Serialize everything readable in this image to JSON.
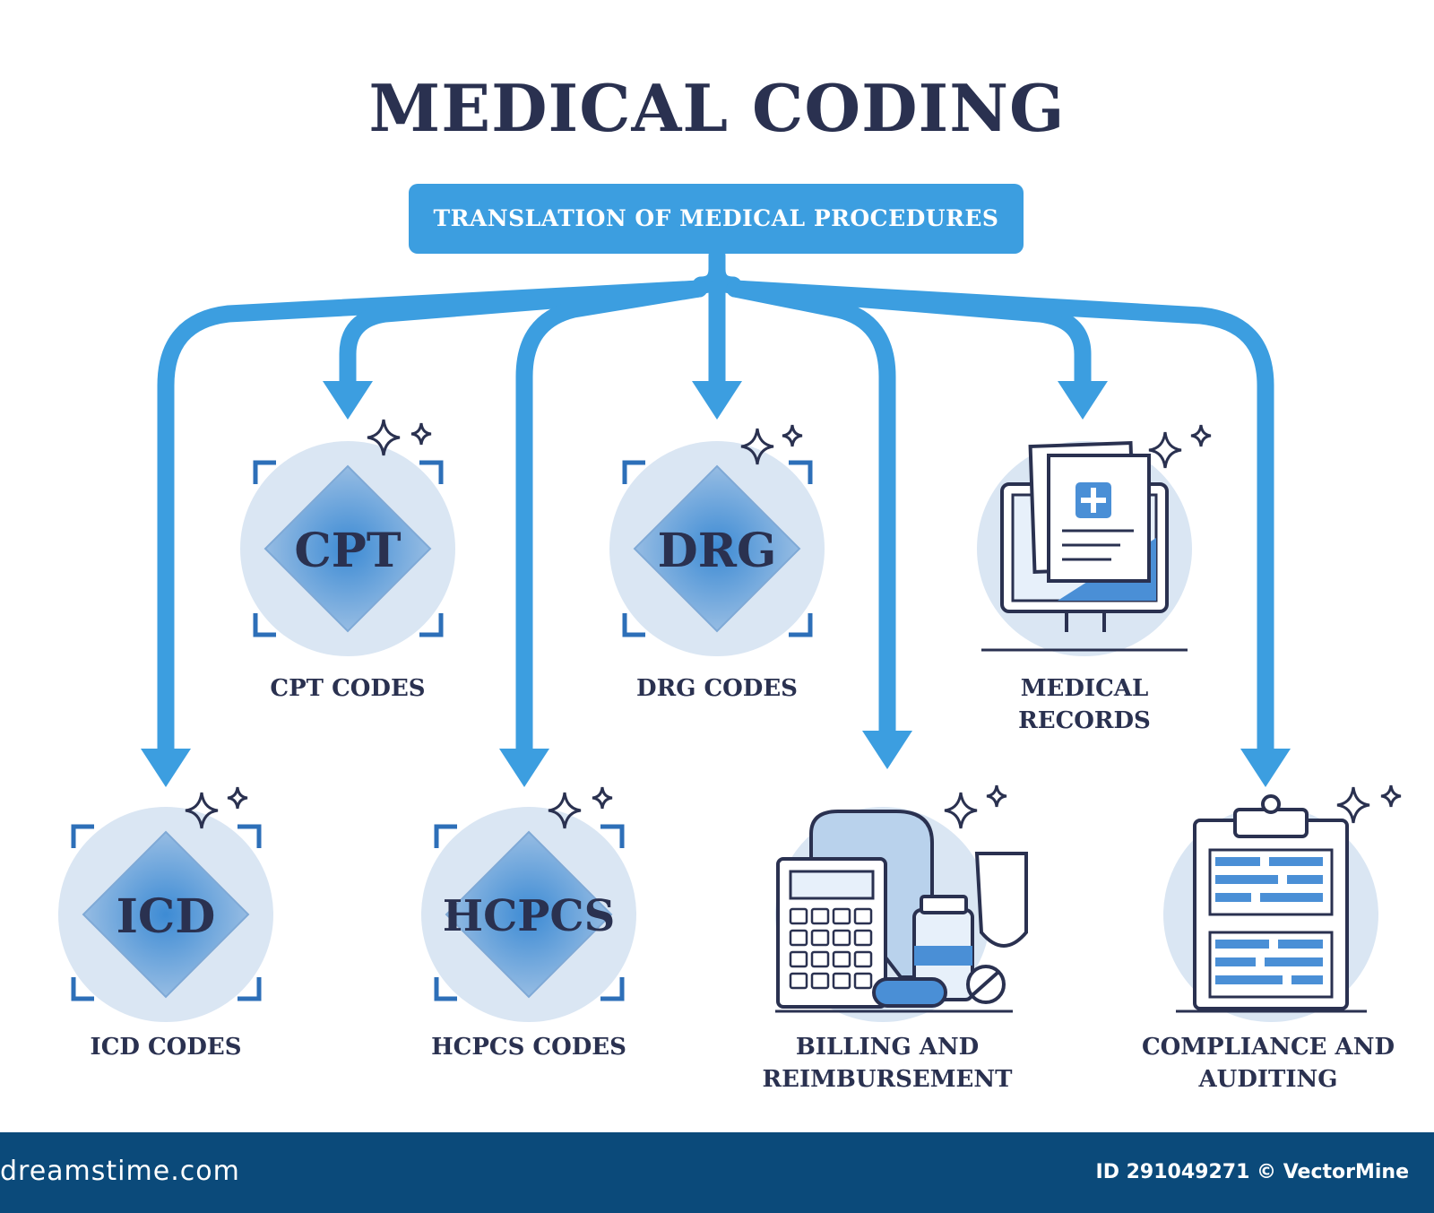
{
  "title": "MEDICAL CODING",
  "root": {
    "label": "TRANSLATION OF MEDICAL PROCEDURES"
  },
  "nodes": {
    "cpt": {
      "code": "CPT",
      "label": "CPT CODES"
    },
    "drg": {
      "code": "DRG",
      "label": "DRG CODES"
    },
    "records": {
      "line1": "MEDICAL",
      "line2": "RECORDS"
    },
    "icd": {
      "code": "ICD",
      "label": "ICD CODES"
    },
    "hcpcs": {
      "code": "HCPCS",
      "label": "HCPCS CODES"
    },
    "billing": {
      "line1": "BILLING AND",
      "line2": "REIMBURSEMENT"
    },
    "compliance": {
      "line1": "COMPLIANCE AND",
      "line2": "AUDITING"
    }
  },
  "footer": {
    "brand": "dreamstime.com",
    "id": "ID 291049271 © VectorMine"
  },
  "colors": {
    "arrow": "#3c9ee0",
    "dark": "#2a3150",
    "circle": "#dae6f3",
    "icon_blue": "#4a8fd6",
    "footer": "#0b4a7a"
  }
}
